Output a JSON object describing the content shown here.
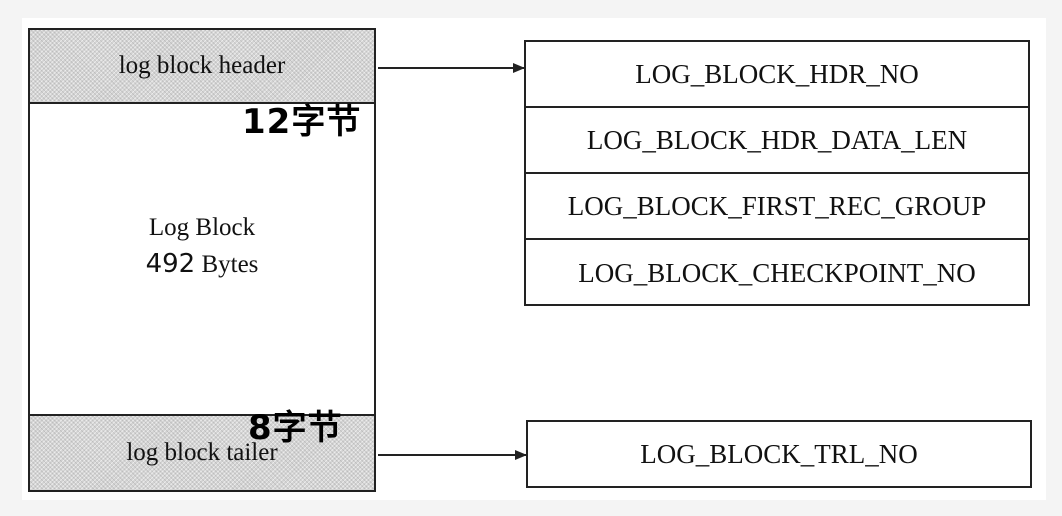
{
  "block": {
    "header_label": "log block header",
    "header_size": "12字节",
    "body_title": "Log Block",
    "body_size_number": "492",
    "body_size_unit": "Bytes",
    "trailer_size": "8字节",
    "trailer_label": "log block tailer"
  },
  "header_fields": [
    "LOG_BLOCK_HDR_NO",
    "LOG_BLOCK_HDR_DATA_LEN",
    "LOG_BLOCK_FIRST_REC_GROUP",
    "LOG_BLOCK_CHECKPOINT_NO"
  ],
  "trailer_fields": [
    "LOG_BLOCK_TRL_NO"
  ]
}
